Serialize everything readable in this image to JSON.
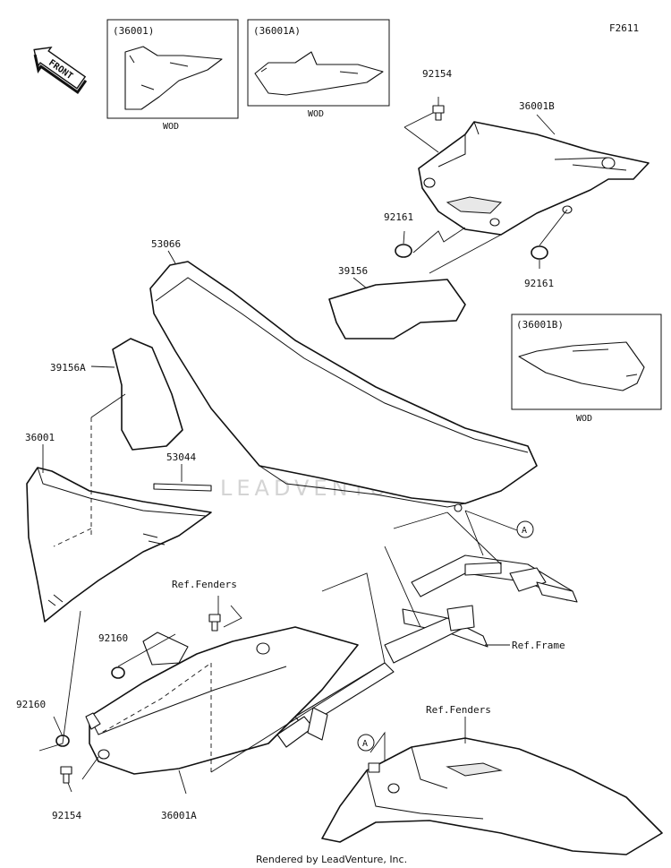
{
  "diagram_code": "F2611",
  "front_label": "FRONT",
  "watermark": "LEADVENTURE",
  "footer": "Rendered by LeadVenture, Inc.",
  "inset_boxes": [
    {
      "part": "(36001)",
      "note": "WOD"
    },
    {
      "part": "(36001A)",
      "note": "WOD"
    },
    {
      "part": "(36001B)",
      "note": "WOD"
    }
  ],
  "callouts": {
    "p_92154_top": "92154",
    "p_36001B": "36001B",
    "p_92161_left": "92161",
    "p_92161_right": "92161",
    "p_53066": "53066",
    "p_39156": "39156",
    "p_39156A": "39156A",
    "p_36001": "36001",
    "p_53044": "53044",
    "ref_fenders_upper": "Ref.Fenders",
    "p_92160_upper": "92160",
    "p_92160_lower": "92160",
    "p_92154_bottom": "92154",
    "p_36001A": "36001A",
    "ref_frame": "Ref.Frame",
    "ref_fenders_lower": "Ref.Fenders",
    "marker_a_upper": "A",
    "marker_a_lower": "A"
  }
}
